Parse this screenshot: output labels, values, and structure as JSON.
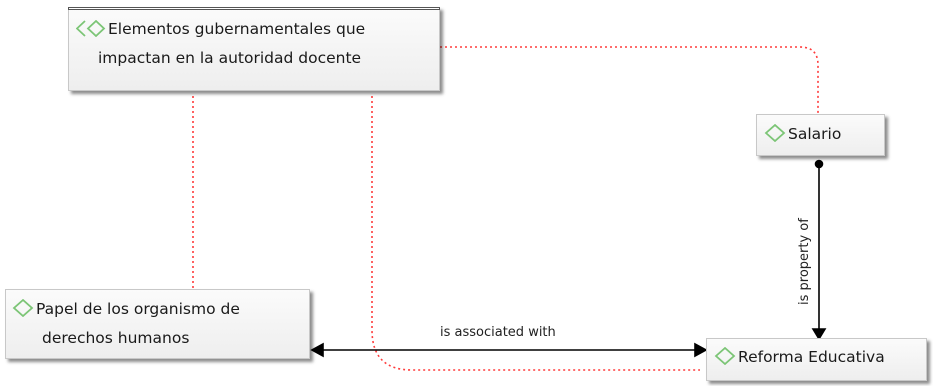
{
  "nodes": {
    "elementos": {
      "line1": "Elementos gubernamentales que",
      "line2": "impactan en la autoridad docente",
      "icon": "double-diamond-icon"
    },
    "salario": {
      "label": "Salario",
      "icon": "diamond-icon"
    },
    "papel": {
      "line1": "Papel de los organismo de",
      "line2": "derechos humanos",
      "icon": "diamond-icon"
    },
    "reforma": {
      "label": "Reforma Educativa",
      "icon": "diamond-icon"
    }
  },
  "edges": {
    "property_of": "is property of",
    "associated_with": "is associated with"
  },
  "colors": {
    "diamond": "#7cc576",
    "dotted_link": "#ff3b3b",
    "solid_link": "#000000"
  }
}
